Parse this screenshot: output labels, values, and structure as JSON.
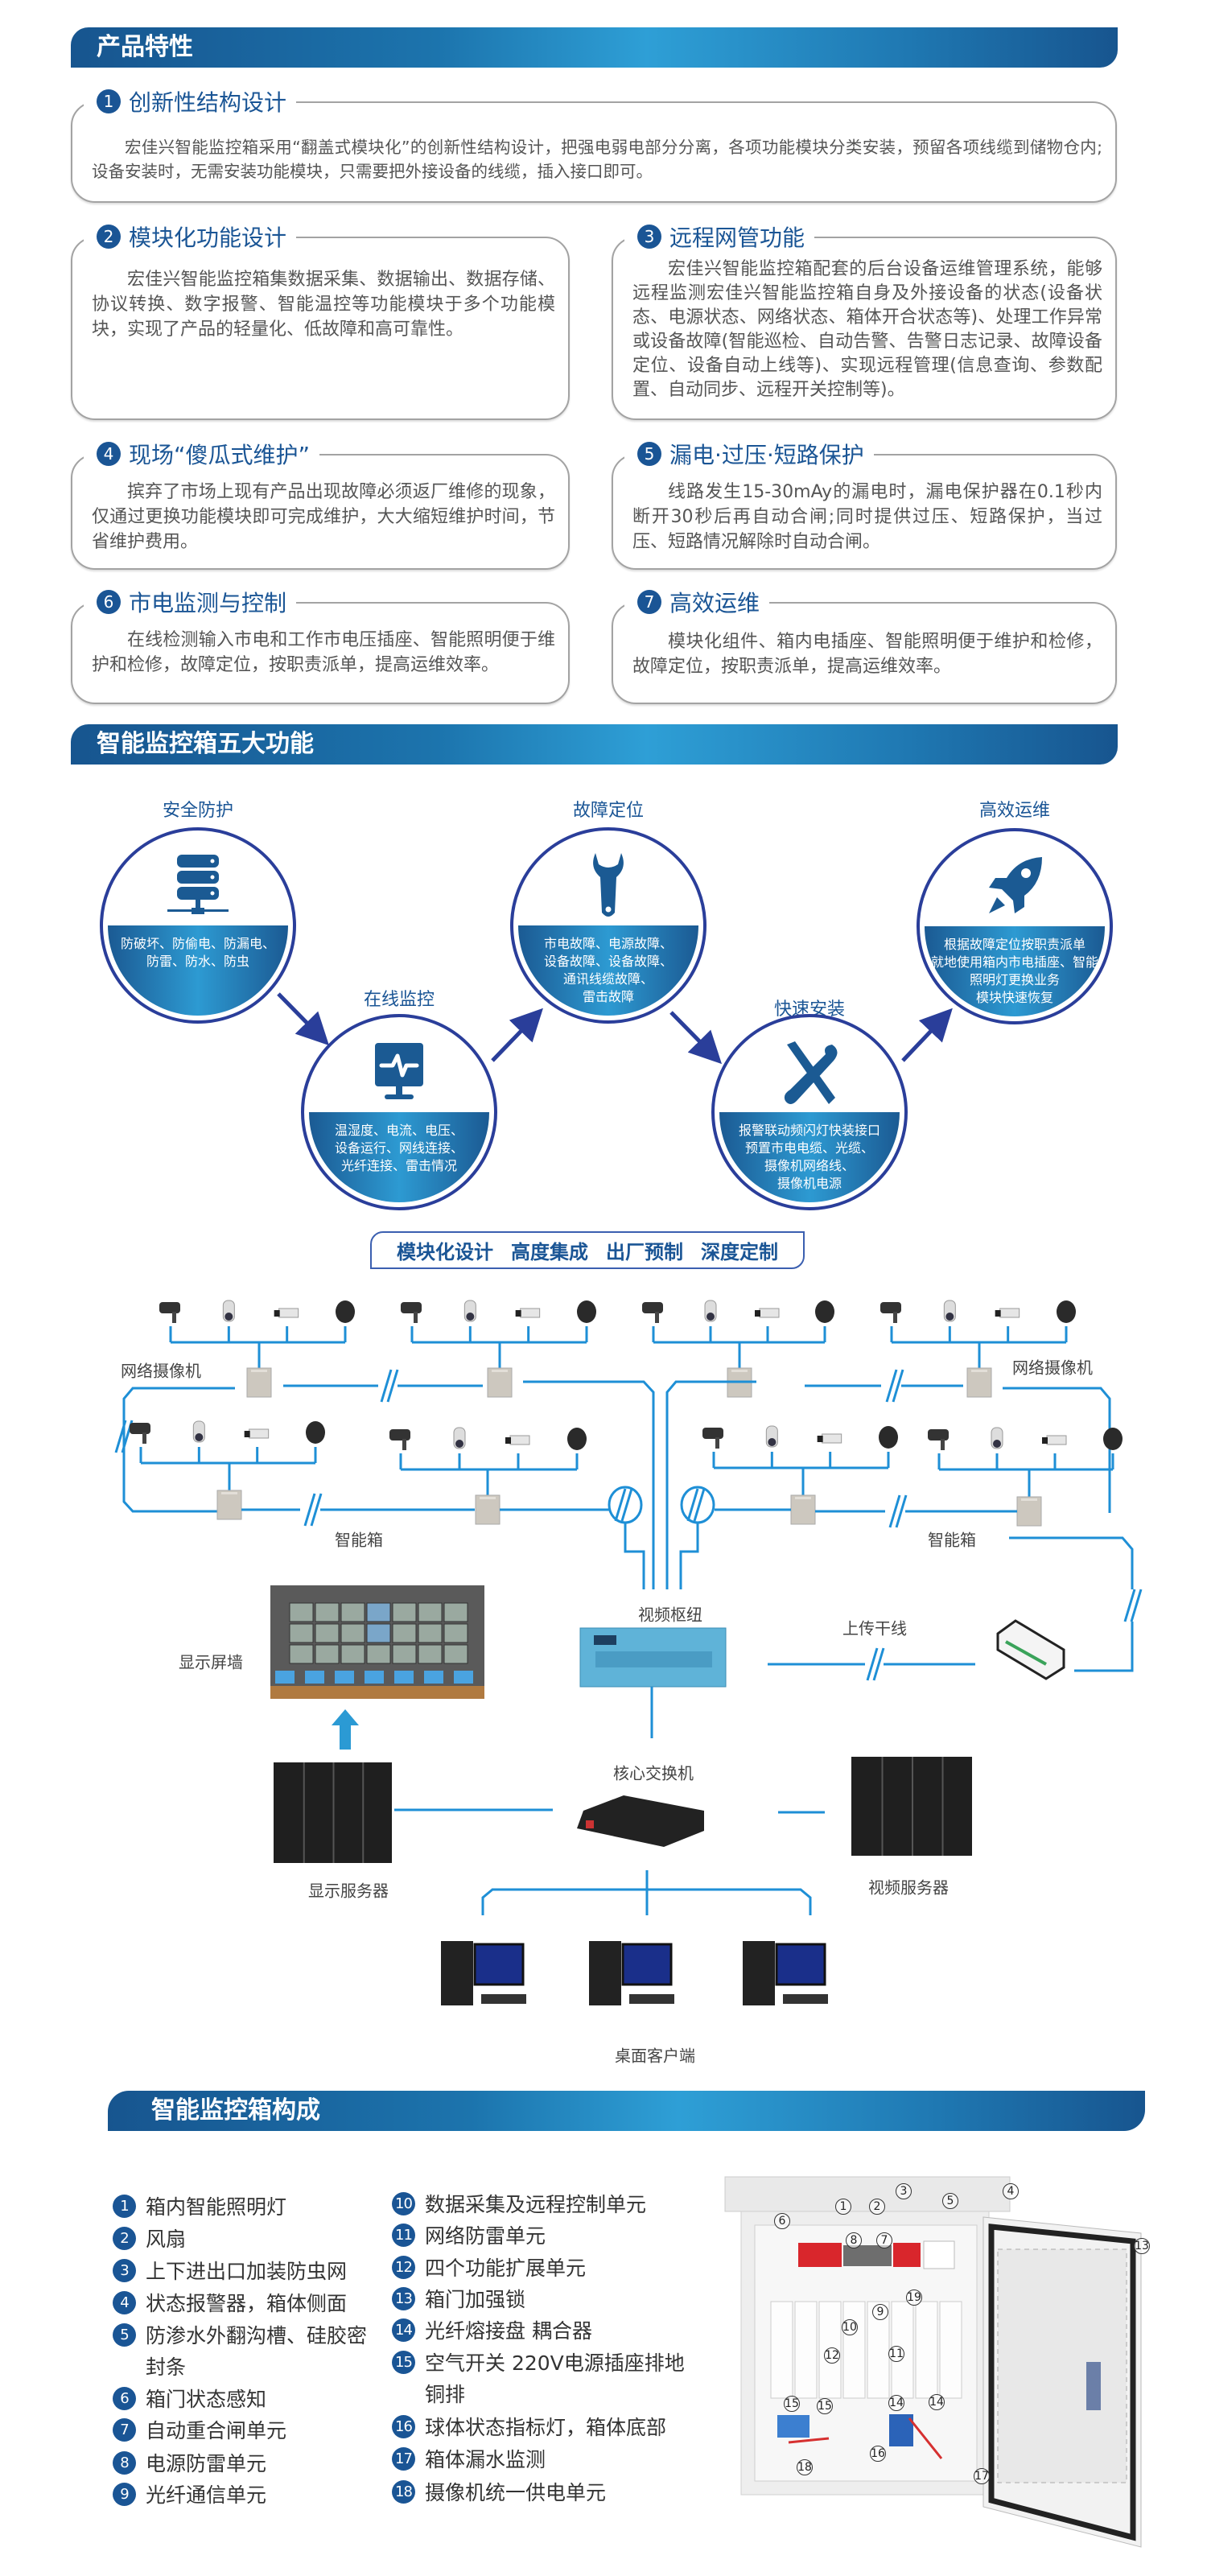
{
  "colors": {
    "brand_blue": "#1a5595",
    "ring_blue": "#2a3e9a",
    "line_blue": "#1e8fd6"
  },
  "section1": {
    "title": "产品特性",
    "features": [
      {
        "num": "1",
        "title": "创新性结构设计",
        "text": "宏佳兴智能监控箱采用“翻盖式模块化”的创新性结构设计，把强电弱电部分分离，各项功能模块分类安装，预留各项线缆到储物仓内;设备安装时，无需安装功能模块，只需要把外接设备的线缆，插入接口即可。"
      },
      {
        "num": "2",
        "title": "模块化功能设计",
        "text": "宏佳兴智能监控箱集数据采集、数据输出、数据存储、协议转换、数字报警、智能温控等功能模块于多个功能模块，实现了产品的轻量化、低故障和高可靠性。"
      },
      {
        "num": "3",
        "title": "远程网管功能",
        "text": "宏佳兴智能监控箱配套的后台设备运维管理系统，能够远程监测宏佳兴智能监控箱自身及外接设备的状态(设备状态、电源状态、网络状态、箱体开合状态等)、处理工作异常或设备故障(智能巡检、自动告警、告警日志记录、故障设备定位、设备自动上线等)、实现远程管理(信息查询、参数配置、自动同步、远程开关控制等)。"
      },
      {
        "num": "4",
        "title": "现场“傻瓜式维护”",
        "text": "摈弃了市场上现有产品出现故障必须返厂维修的现象，仅通过更换功能模块即可完成维护，大大缩短维护时间，节省维护费用。"
      },
      {
        "num": "5",
        "title": "漏电·过压·短路保护",
        "text": "线路发生15-30mAy的漏电时，漏电保护器在0.1秒内断开30秒后再自动合闸;同时提供过压、短路保护，当过压、短路情况解除时自动合闸。"
      },
      {
        "num": "6",
        "title": "市电监测与控制",
        "text": "在线检测输入市电和工作市电压插座、智能照明便于维护和检修，故障定位，按职责派单，提高运维效率。"
      },
      {
        "num": "7",
        "title": "高效运维",
        "text": "模块化组件、箱内电插座、智能照明便于维护和检修，故障定位，按职责派单，提高运维效率。"
      }
    ]
  },
  "section2": {
    "title": "智能监控箱五大功能",
    "functions": [
      {
        "label": "安全防护",
        "icon": "server-network-icon",
        "lines": [
          "防破坏、防偷电、防漏电、",
          "防雷、防水、防虫"
        ]
      },
      {
        "label": "在线监控",
        "icon": "monitor-pulse-icon",
        "lines": [
          "温湿度、电流、电压、",
          "设备运行、网线连接、",
          "光纤连接、雷击情况"
        ]
      },
      {
        "label": "故障定位",
        "icon": "wrench-icon",
        "lines": [
          "市电故障、电源故障、",
          "设备故障、设备故障、",
          "通讯线缆故障、",
          "雷击故障"
        ]
      },
      {
        "label": "快速安装",
        "icon": "tools-icon",
        "lines": [
          "报警联动频闪灯快装接口",
          "预置市电电缆、光缆、",
          "摄像机网络线、",
          "摄像机电源"
        ]
      },
      {
        "label": "高效运维",
        "icon": "rocket-icon",
        "lines": [
          "根据故障定位按职责派单",
          "就地使用箱内市电插座、智能",
          "照明灯更换业务",
          "模块快速恢复"
        ]
      }
    ],
    "badges": [
      "模块化设计",
      "高度集成",
      "出厂预制",
      "深度定制"
    ]
  },
  "network": {
    "camera_label_left": "网络摄像机",
    "camera_label_right": "网络摄像机",
    "box_label_left": "智能箱",
    "box_label_right": "智能箱",
    "video_hub": "视频枢纽",
    "uplink": "上传干线",
    "display_wall": "显示屏墙",
    "core_switch": "核心交换机",
    "display_server": "显示服务器",
    "video_server": "视频服务器",
    "desktop_clients": "桌面客户端"
  },
  "section3": {
    "title": "智能监控箱构成",
    "left_items": [
      {
        "num": "1",
        "text": "箱内智能照明灯"
      },
      {
        "num": "2",
        "text": "风扇"
      },
      {
        "num": "3",
        "text": "上下进出口加装防虫网"
      },
      {
        "num": "4",
        "text": "状态报警器，箱体侧面"
      },
      {
        "num": "5",
        "text": "防渗水外翻沟槽、硅胶密",
        "cont": "封条"
      },
      {
        "num": "6",
        "text": "箱门状态感知"
      },
      {
        "num": "7",
        "text": "自动重合闸单元"
      },
      {
        "num": "8",
        "text": "电源防雷单元"
      },
      {
        "num": "9",
        "text": "光纤通信单元"
      }
    ],
    "right_items": [
      {
        "num": "10",
        "text": "数据采集及远程控制单元"
      },
      {
        "num": "11",
        "text": "网络防雷单元"
      },
      {
        "num": "12",
        "text": "四个功能扩展单元"
      },
      {
        "num": "13",
        "text": "箱门加强锁"
      },
      {
        "num": "14",
        "text": "光纤熔接盘  耦合器"
      },
      {
        "num": "15",
        "text": "空气开关 220V电源插座排地",
        "cont": "铜排"
      },
      {
        "num": "16",
        "text": "球体状态指标灯，箱体底部"
      },
      {
        "num": "17",
        "text": "箱体漏水监测"
      },
      {
        "num": "18",
        "text": "摄像机统一供电单元"
      }
    ],
    "callouts": [
      "1",
      "2",
      "3",
      "4",
      "5",
      "6",
      "7",
      "8",
      "9",
      "10",
      "11",
      "12",
      "13",
      "14",
      "14",
      "15",
      "15",
      "16",
      "17",
      "18",
      "19"
    ]
  }
}
